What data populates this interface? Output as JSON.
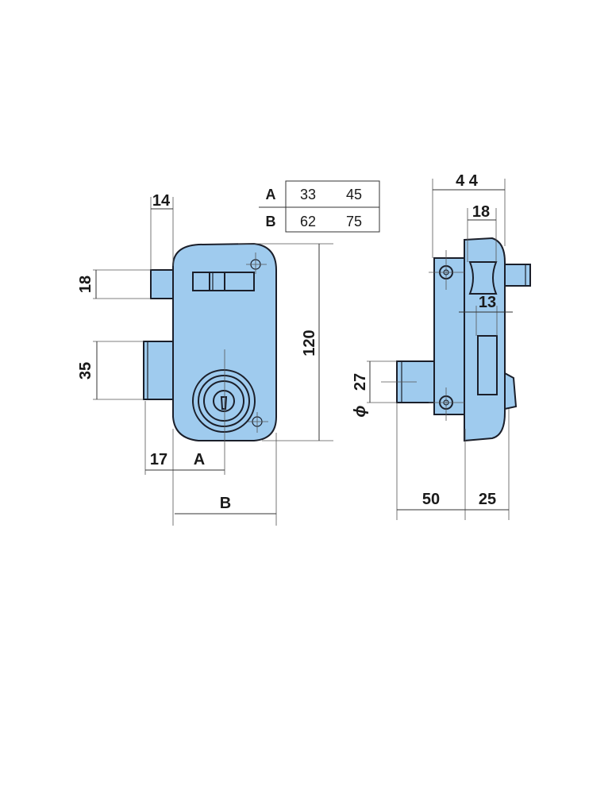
{
  "table": {
    "rows": [
      {
        "label": "A",
        "values": [
          "33",
          "45"
        ]
      },
      {
        "label": "B",
        "values": [
          "62",
          "75"
        ]
      }
    ]
  },
  "front_view": {
    "dims": {
      "bolt_width": "14",
      "bolt_height": "18",
      "lower_bolt_height": "35",
      "height": "120",
      "offset": "17",
      "a": "A",
      "b": "B"
    }
  },
  "side_view": {
    "dims": {
      "depth": "4 4",
      "roller": "18",
      "slot": "13",
      "cylinder_dia": "27",
      "cylinder_len": "50",
      "case": "25",
      "dia_symbol": "ϕ"
    }
  },
  "colors": {
    "part_fill": "#9fcbee",
    "outline": "#1b1f2a"
  }
}
